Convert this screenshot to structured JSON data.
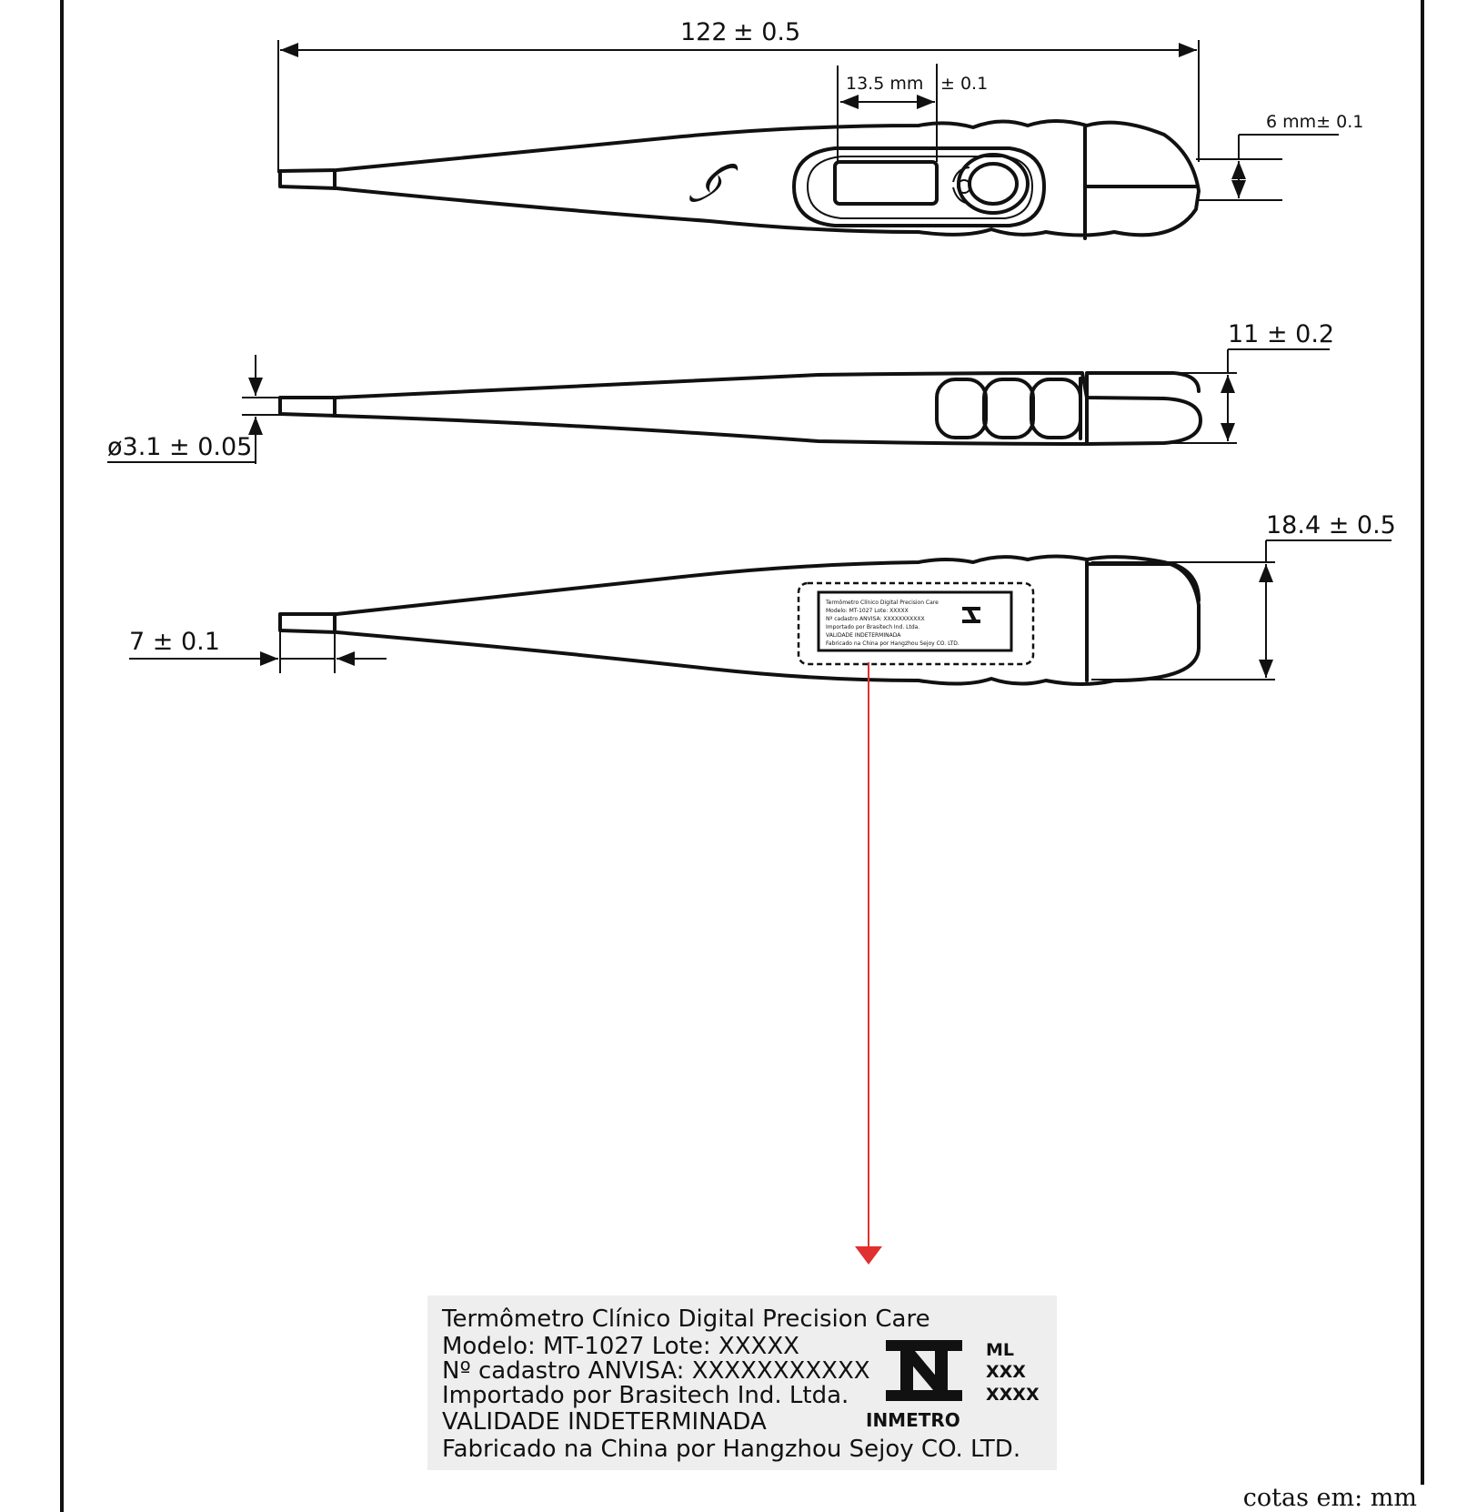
{
  "dimensions": {
    "overall_length": "122",
    "overall_length_tol": "± 0.5",
    "display_width": "13.5 mm",
    "display_width_tol": "± 0.1",
    "tip_thickness": "6 mm± 0.1",
    "grip_height": "11 ± 0.2",
    "probe_diameter": "ø3.1 ± 0.05",
    "head_height": "18.4 ± 0.5",
    "tip_length": "7 ± 0.1"
  },
  "label_small": {
    "lines": [
      "Termômetro Clínico Digital Precision Care",
      "Modelo: MT-1027   Lote: XXXXX",
      "Nº cadastro ANVISA: XXXXXXXXXXX",
      "Importado por Brasitech Ind. Ltda.",
      "VALIDADE INDETERMINADA",
      "Fabricado na China por Hangzhou Sejoy CO. LTD."
    ]
  },
  "label": {
    "line1": "Termômetro Clínico Digital Precision Care",
    "line2": "Modelo: MT-1027   Lote: XXXXX",
    "line3": "Nº cadastro ANVISA: XXXXXXXXXXX",
    "line4": "Importado por Brasitech Ind. Ltda.",
    "line5": "VALIDADE INDETERMINADA",
    "line6": "Fabricado na China por Hangzhou Sejoy CO. LTD.",
    "logo_text": "INMETRO",
    "codes": [
      "ML",
      "XXX",
      "XXXX"
    ]
  },
  "units_note": "cotas em: mm",
  "colors": {
    "line": "#111111",
    "arrow": "#e03030",
    "label_bg": "#eeeeee"
  }
}
